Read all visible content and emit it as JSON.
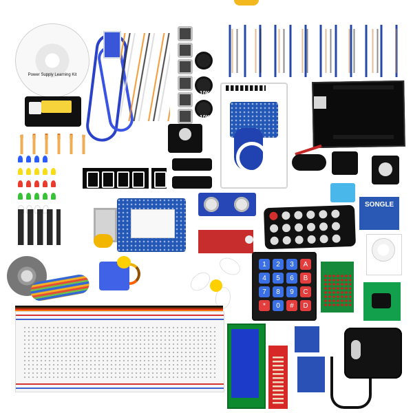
{
  "product_photo": {
    "disc_label": "Power Supply Learning Kit",
    "potentiometer_labels": [
      "10K",
      "10K"
    ],
    "keypad_keys": [
      "1",
      "2",
      "3",
      "A",
      "4",
      "5",
      "6",
      "B",
      "7",
      "8",
      "9",
      "C",
      "*",
      "0",
      "#",
      "D"
    ],
    "relay_brand": "SONGLE"
  }
}
